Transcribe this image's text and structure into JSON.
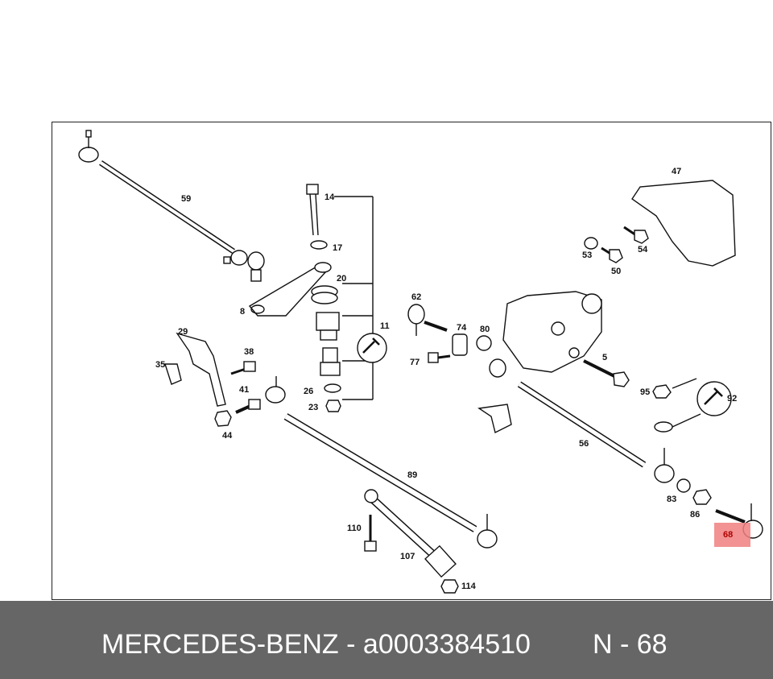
{
  "labels": {
    "l59": "59",
    "l14": "14",
    "l17": "17",
    "l8": "8",
    "l20": "20",
    "l11": "11",
    "l29": "29",
    "l35": "35",
    "l38": "38",
    "l41": "41",
    "l44": "44",
    "l26": "26",
    "l23": "23",
    "l62": "62",
    "l74": "74",
    "l80": "80",
    "l77": "77",
    "l47": "47",
    "l53": "53",
    "l54": "54",
    "l50": "50",
    "l5": "5",
    "l95": "95",
    "l92": "92",
    "l56": "56",
    "l89": "89",
    "l110": "110",
    "l107": "107",
    "l114": "114",
    "l83": "83",
    "l86": "86"
  },
  "highlight": {
    "label": "68",
    "color": "#f07f7f"
  },
  "footer": {
    "brand": "MERCEDES-BENZ",
    "separator": " - ",
    "part_number": "a0003384510",
    "ref": "N - 68"
  },
  "colors": {
    "footer_bg": "#666666",
    "line": "#111111"
  }
}
